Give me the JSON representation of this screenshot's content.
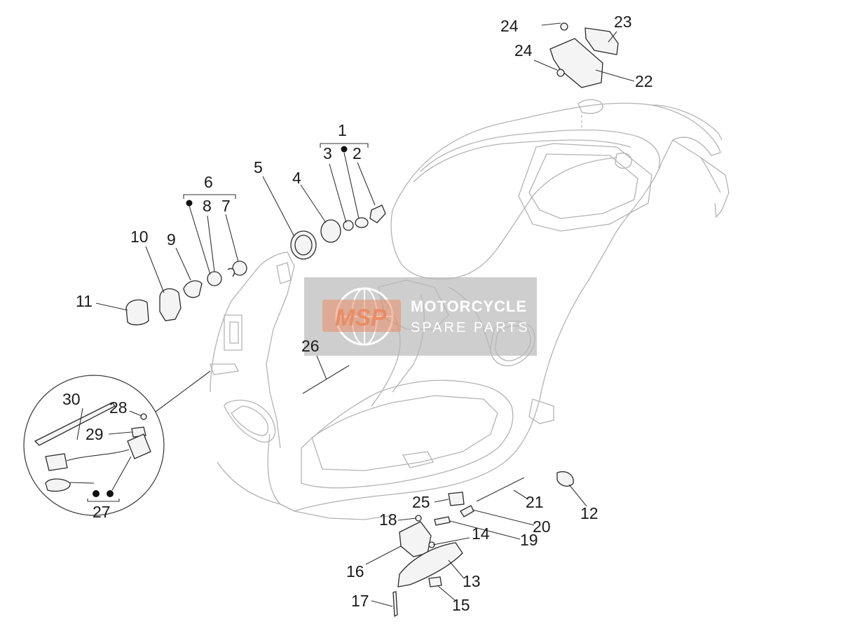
{
  "diagram": {
    "callouts": {
      "n1": "1",
      "n2": "2",
      "n3": "3",
      "n4": "4",
      "n5": "5",
      "n6": "6",
      "n7": "7",
      "n8": "8",
      "n9": "9",
      "n10": "10",
      "n11": "11",
      "n12": "12",
      "n13": "13",
      "n14": "14",
      "n15": "15",
      "n16": "16",
      "n17": "17",
      "n18": "18",
      "n19": "19",
      "n20": "20",
      "n21": "21",
      "n22": "22",
      "n23": "23",
      "n24a": "24",
      "n24b": "24",
      "n25": "25",
      "n26": "26",
      "n27": "27",
      "n28": "28",
      "n29": "29",
      "n30": "30"
    },
    "watermark": {
      "logo": "MSP",
      "line1": "MOTORCYCLE",
      "line2": "SPARE PARTS"
    }
  }
}
